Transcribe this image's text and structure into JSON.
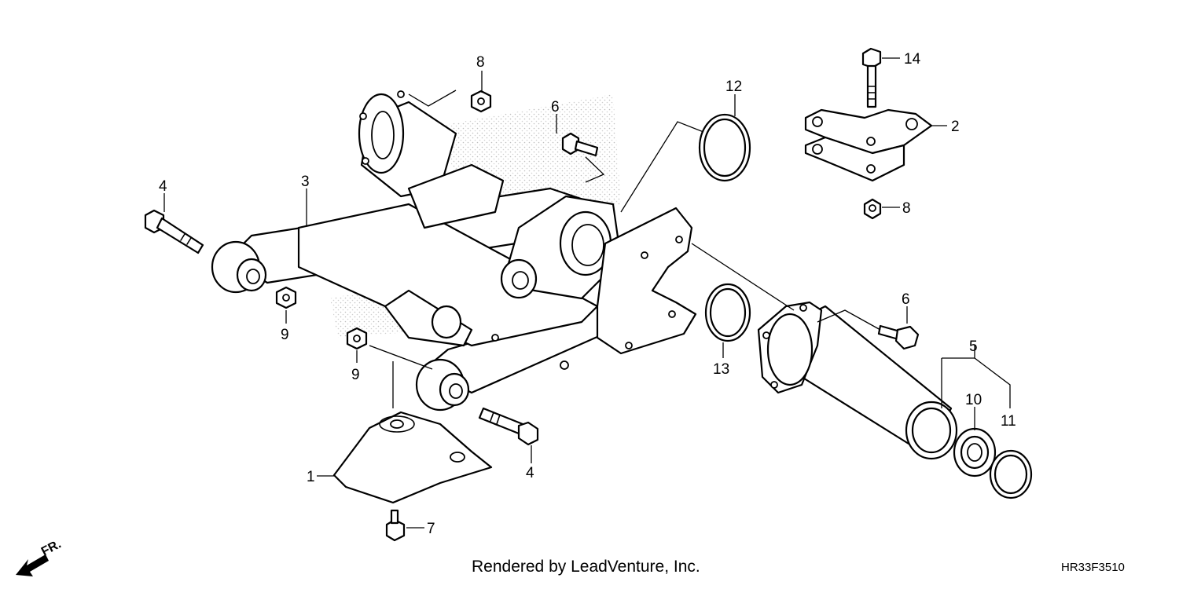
{
  "credit": "Rendered by LeadVenture, Inc.",
  "diagram_code": "HR33F3510",
  "direction_label": "FR.",
  "callouts": {
    "c1": "1",
    "c2": "2",
    "c3": "3",
    "c4a": "4",
    "c4b": "4",
    "c5": "5",
    "c6a": "6",
    "c6b": "6",
    "c7": "7",
    "c8a": "8",
    "c8b": "8",
    "c9a": "9",
    "c9b": "9",
    "c10": "10",
    "c11": "11",
    "c12": "12",
    "c13": "13",
    "c14": "14"
  }
}
